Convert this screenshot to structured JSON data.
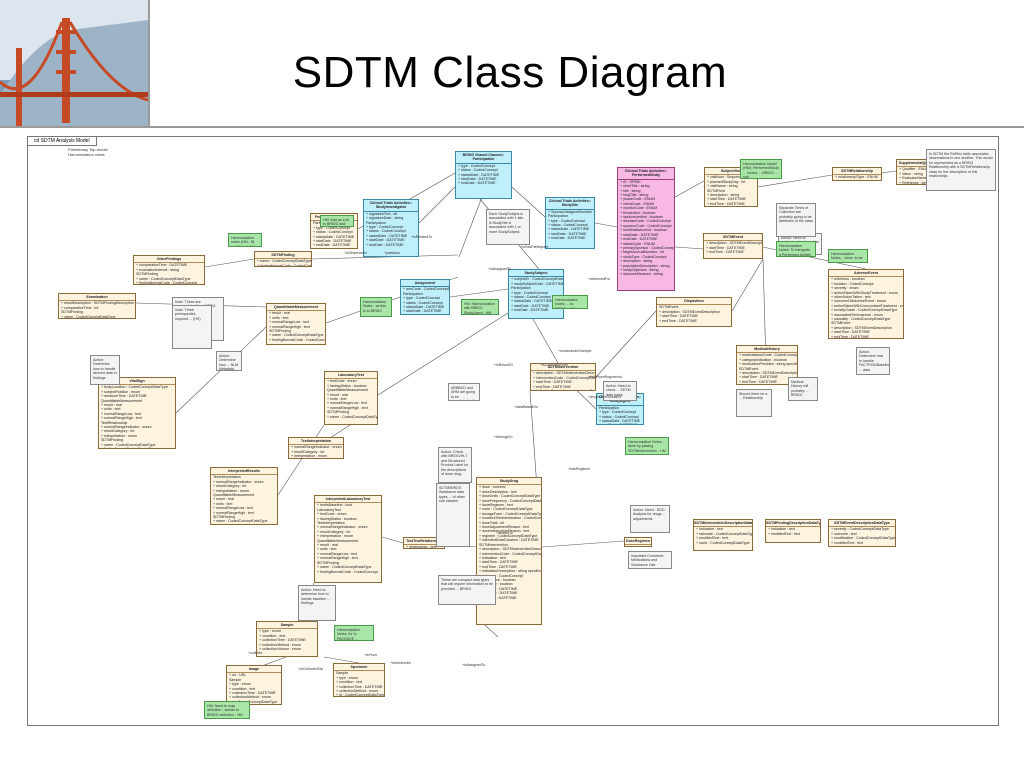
{
  "title": "SDTM Class Diagram",
  "frame_tab": "cd SDTM Analysis Model",
  "legend": [
    "Preliminary Top-model",
    "Harmonization notes"
  ],
  "classes": [
    {
      "name": "BRIDG Shared Classes:: Participation",
      "kind": "cyan",
      "lines": [
        "+ type : CodedConcept",
        "+ status : CodedConcept",
        "+ statusDate : DATETIME",
        "+ startDate : DATETIME",
        "+ endDate : DATETIME"
      ]
    },
    {
      "name": "PerformingLaboratory",
      "kind": "plain",
      "lines": [
        "Participation",
        "+ type : CodedConcept",
        "+ status : CodedConcept",
        "+ statusDate : DATETIME",
        "+ startDate : DATETIME",
        "+ endDate : DATETIME"
      ]
    },
    {
      "name": "Clinical Trials Activities:: StudyInvestigator",
      "kind": "cyan",
      "lines": [
        "+ signatureText : str",
        "+ signatureDate : string",
        "Participation",
        "+ type : CodedConcept",
        "+ status : CodedConcept",
        "+ statusDate : DATETIME",
        "+ startDate : DATETIME",
        "+ endDate : DATETIME"
      ]
    },
    {
      "name": "Clinical Trials Activities:: StudySite",
      "kind": "cyan",
      "lines": [
        "+ SponsorAssignedNumber : int",
        "Participation",
        "+ type : CodedConcept",
        "+ status : CodedConcept",
        "+ statusDate : DATETIME",
        "+ startDate : DATETIME",
        "+ endDate : DATETIME"
      ]
    },
    {
      "name": "Clinical Trials Activities:: PerformedStudy",
      "kind": "pink",
      "lines": [
        "+ ID : SPBID",
        "+ shortTitle : string",
        "+ title : string",
        "+ longTitle : string",
        "+ phaseCode : ENUM",
        "+ intentCode : ENUM",
        "+ monitorCode : ENUM",
        "+ blindedInd : boolean",
        "+ randomizedInd : boolean",
        "+ diseaseCode : CodedConcept",
        "+ sponsorCode : CodedConcept",
        "+ multiInstitutionInd : boolean",
        "+ startDate : DATETIME",
        "+ endDate : DATETIME",
        "+ statusCode : ENUM",
        "+ primarySponsor : CodedConcept",
        "+ targetAccrualNumber : int",
        "+ studyType : CodedConcept",
        "+ description : string",
        "+ populationDescription : string",
        "+ studyObjective : string",
        "+ outcomeMeasure : string"
      ]
    },
    {
      "name": "SubjectVisit",
      "kind": "plain",
      "lines": [
        "+ visitNum : SequenceNum",
        "+ plannedStudyDay : int",
        "+ visitName : string",
        "SDTMField",
        "+ description : string",
        "+ startTime : DATETIME",
        "+ endTime : DATETIME"
      ]
    },
    {
      "name": "SDTMRelationship",
      "kind": "plain",
      "lines": [
        "+ relationshipType : ENUM"
      ]
    },
    {
      "name": "SupplementalQualifiers",
      "kind": "plain",
      "lines": [
        "+ Qualifier : ENUM",
        "+ Value : string",
        "+ EvaluatorName : string",
        "+ Reference : string"
      ]
    },
    {
      "name": "SDTMEvent",
      "kind": "plain",
      "lines": [
        "+ description : SDTMEventDescription",
        "+ startTime : DATETIME",
        "+ endTime : DATETIME"
      ]
    },
    {
      "name": "SDTMFinding",
      "kind": "plain",
      "lines": [
        "+ name : CodedConceptDataType",
        "+ findingNormalCode : CodedConceptDataType"
      ]
    },
    {
      "name": "OtherFindings",
      "kind": "plain",
      "lines": [
        "+ comparativeTime : DATETIME",
        "+ evaluationInterval : string",
        "SDTMFinding",
        "+ name : CodedConceptDataType",
        "+ findingNormalCode : CodedConcept"
      ]
    },
    {
      "name": "Examination",
      "kind": "plain",
      "lines": [
        "+ resultDescription : SDTMFindingDescription",
        "+ comparativeTime : int",
        "SDTMFinding",
        "+ name : CodedConceptDataType",
        "+ findingNormalCode : CodedConcept"
      ]
    },
    {
      "name": "Assignment",
      "kind": "cyan",
      "lines": [
        "+ armCode : CodedConceptDataType",
        "Participation",
        "+ type : CodedConcept",
        "+ status : CodedConcept",
        "+ statusDate : DATETIME",
        "+ startDate : DATETIME",
        "+ endDate : DATETIME"
      ]
    },
    {
      "name": "StudySubject",
      "kind": "cyan",
      "lines": [
        "+ subjectID : CodedConceptDataType",
        "+ studySubjectCode : DATETIME",
        "Participation",
        "+ type : CodedConcept",
        "+ status : CodedConcept",
        "+ statusDate : DATETIME",
        "+ startDate : DATETIME",
        "+ endDate : DATETIME"
      ]
    },
    {
      "name": "QuantifiableMeasurement",
      "kind": "plain",
      "lines": [
        "+ result : real",
        "+ units : text",
        "+ normalRangeLow : text",
        "+ normalRangeHigh : text",
        "SDTMFinding",
        "+ name : CodedConceptDataType",
        "+ findingNormalCode : CodedConcept"
      ]
    },
    {
      "name": "Disposition",
      "kind": "plain",
      "lines": [
        "SDTMEvent",
        "+ description : SDTMEventDescription",
        "+ startTime : DATETIME",
        "+ endTime : DATETIME"
      ]
    },
    {
      "name": "AdverseEvent",
      "kind": "plain",
      "lines": [
        "+ isSerious : boolean",
        "+ location : CodedConcept",
        "+ severity : enum",
        "+ actionTakenWithStudyTreatment : enum",
        "+ otherActionTaken : text",
        "+ outcomeOfAdverseEvent : enum",
        "+ actionTakenWithConcomitantTreatment : enum",
        "+ toxicityGrade : CodedConceptDataType",
        "+ associatedSeriousness : enum",
        "+ causality : CodedConceptDataType",
        "SDTMEvent",
        "+ description : SDTMEventDescription",
        "+ startTime : DATETIME",
        "+ endTime : DATETIME"
      ]
    },
    {
      "name": "LaboratoryTest",
      "kind": "plain",
      "lines": [
        "+ testCode : enum",
        "+ fastingStatus : boolean",
        "QuantifiableMeasurement",
        "+ result : real",
        "+ units : text",
        "+ normalRangeLow : text",
        "+ normalRangeHigh : text",
        "SDTMFinding",
        "+ name : CodedConceptDataType"
      ]
    },
    {
      "name": "SDTMIntervention",
      "kind": "plain",
      "lines": [
        "+ description : SDTMInterventionDescription",
        "+ interventionCode : CodedConceptDataType",
        "+ startTime : DATETIME",
        "+ endTime : DATETIME",
        "+ indicationDescription : string specification"
      ]
    },
    {
      "name": "Clinical Trials Activities:: StudyAgent",
      "kind": "cyan",
      "lines": [
        "Participation",
        "+ type : CodedConcept",
        "+ status : CodedConcept",
        "+ statusDate : DATETIME",
        "+ startDate : DATETIME",
        "+ endDate : DATETIME"
      ]
    },
    {
      "name": "MedicalHistory",
      "kind": "plain",
      "lines": [
        "+ medicalIssueCode : CodedConceptDataType",
        "+ categoryIndication : boolean",
        "+ medicationProvided : string specification",
        "SDTMEvent",
        "+ description : SDTMEventDescription",
        "+ startTime : DATETIME",
        "+ endTime : DATETIME"
      ]
    },
    {
      "name": "VitalSign",
      "kind": "plain",
      "lines": [
        "+ bodyLocation : CodedConceptDataType",
        "+ subjectPosition : enum",
        "+ measureTime : DATETIME",
        "QuantifiableMeasurement",
        "+ result : real",
        "+ units : text",
        "+ normalRangeLow : text",
        "+ normalRangeHigh : text",
        "TestRelationship",
        "+ normalRangeIndicator : enum",
        "+ resultCategory : int",
        "+ interpretation : enum",
        "SDTMFinding",
        "+ name : CodedConceptDataType",
        "+ findingNormalCode : CodedConcept"
      ]
    },
    {
      "name": "TestInterpretation",
      "kind": "plain",
      "lines": [
        "+ normalRangeIndicator : enum",
        "+ resultCategory : int",
        "+ interpretation : enum"
      ]
    },
    {
      "name": "InterpretedResults",
      "kind": "plain",
      "lines": [
        "TestInterpretation",
        "+ normalRangeIndicator : enum",
        "+ resultCategory : int",
        "+ interpretation : enum",
        "QuantifiableMeasurement",
        "+ result : real",
        "+ units : text",
        "+ normalRangeLow : text",
        "+ normalRangeHigh : text",
        "SDTMFinding",
        "+ name : CodedConceptDataType",
        "+ findingNormalCode : CodedConcept"
      ]
    },
    {
      "name": "StudyDrug",
      "kind": "plain",
      "lines": [
        "+ dose : numeric",
        "+ doseDescription : text",
        "+ doseUnits : CodedConceptDataType",
        "+ doseFrequency : CodedConceptDataType",
        "+ doseRegimen : text",
        "+ route : CodedConceptDataType",
        "+ dosageForm : CodedConceptDataType",
        "+ locationOfAdministration : CodedConceptDataType",
        "+ doseTotal : int",
        "+ doseAdjustmentReason : text",
        "+ doseInterruptionReason : text",
        "+ regimen : CodedConceptDataType",
        "+ intendedDoseDuration : DATETIME",
        "SDTMIntervention",
        "+ description : SDTMInterventionDescription",
        "+ interventionCode : CodedConceptDataType",
        "+ indication : text",
        "+ startTime : DATETIME",
        "+ endTime : DATETIME",
        "+ indicationDescription : string specification",
        "+ category : CodedConcept",
        "+ occurrence : boolean",
        "+ presence : boolean",
        "+ prefTerm : DATETIME",
        "+ startDate : DATETIME",
        "+ endDate : DATETIME"
      ]
    },
    {
      "name": "InterpretedLaboratoryTest",
      "kind": "plain",
      "lines": [
        "+ testIsBaseline : bool",
        "LaboratoryTest",
        "+ testCode : enum",
        "+ fastingStatus : boolean",
        "TestInterpretation",
        "+ normalRangeIndicator : enum",
        "+ resultCategory : int",
        "+ interpretation : enum",
        "QuantifiableMeasurement",
        "+ result : real",
        "+ units : text",
        "+ normalRangeLow : text",
        "+ normalRangeHigh : text",
        "SDTMFinding",
        "+ name : CodedConceptDataType",
        "+ findingNormalCode : CodedConcept"
      ]
    },
    {
      "name": "TestTestRelationship",
      "kind": "plain",
      "lines": [
        "+ relationship : text"
      ]
    },
    {
      "name": "DoseRegimen",
      "kind": "plain",
      "lines": []
    },
    {
      "name": "SDTMInterventionDescriptionDataType",
      "kind": "plain",
      "lines": [
        "+ indication : text",
        "+ rationale : CodedConceptDataType",
        "+ modifiedText : text",
        "+ route : CodedConceptDataType"
      ]
    },
    {
      "name": "SDTMFindingDescriptionDataType",
      "kind": "plain",
      "lines": [
        "+ indication : text",
        "+ modifiedText : text"
      ]
    },
    {
      "name": "SDTMEventDescriptionDataType",
      "kind": "plain",
      "lines": [
        "+ severity : CodedConceptDataType",
        "+ outcome : text",
        "+ modification : CodedConceptDataType",
        "+ modifiedText : text"
      ]
    },
    {
      "name": "Sample",
      "kind": "plain",
      "lines": [
        "+ type : enum",
        "+ condition : text",
        "+ collectionTime : DATETIME",
        "+ collectionMethod : enum",
        "+ collectionVolume : enum"
      ]
    },
    {
      "name": "Specimen",
      "kind": "plain",
      "lines": [
        "Sample",
        "+ type : enum",
        "+ condition : text",
        "+ collectionTime : DATETIME",
        "+ collectionMethod : enum",
        "+ id : CodedConceptDataType"
      ]
    },
    {
      "name": "Image",
      "kind": "plain",
      "lines": [
        "+ uri : URL",
        "Sample",
        "+ type : enum",
        "+ condition : text",
        "+ collectionTime : DATETIME",
        "+ collectionMethod : enum",
        "+ id : CodedConceptDataType"
      ]
    }
  ],
  "notes": [
    {
      "kind": "grey",
      "text": "In SDTM the RelRec table associates observations to one another. This would be represented as a BRIDG Relationship with a SDTMRelationship class for the description of this relationship."
    },
    {
      "kind": "green",
      "text": "Harmonization Model (HM): PerformedStudy ... review ... BRIDG ... sub"
    },
    {
      "kind": "green",
      "text": "Harmonization notes (HM - fill in) Clinical: HM"
    },
    {
      "kind": "green",
      "text": "HM: Add as a fix to BRIDG and Harm... package - HM"
    },
    {
      "kind": "grey",
      "text": "Each StudySubject is associated with 1 site. A StudySite is associated with 1 or more StudySubject."
    },
    {
      "kind": "green",
      "text": "HM: Harmonization with BRIDG StudyAgent - HM"
    },
    {
      "kind": "green",
      "text": "Harmonization Notes: ... to BRIDG - HM"
    },
    {
      "kind": "grey",
      "text": "Action: Need to understand and need to refactor Subject"
    },
    {
      "kind": "grey",
      "text": "Separate Times of Collection are probably going to be attributes of the class"
    },
    {
      "kind": "green",
      "text": "Harmonization Notes: To intergrate a Performed Activity - HM"
    },
    {
      "kind": "green",
      "text": "Harmonization Notes: - done, to be moved to ..."
    },
    {
      "kind": "grey",
      "text": "Note: These are prepopulated from SDTM but not part of BRIDG"
    },
    {
      "kind": "grey",
      "text": "Note: Three prerequisites required ... (HS)"
    },
    {
      "kind": "grey",
      "text": "Action: Determine how ... NLM Metadata units - FA data type"
    },
    {
      "kind": "green",
      "text": "Harmonization Notes - as this is to BRIDG"
    },
    {
      "kind": "grey",
      "text": "Action: Check with BRIDG/HL7 and Structured Product Label for the descriptions of dose drug."
    },
    {
      "kind": "grey",
      "text": "SDTM/BRIDG Substance data types ... of other sub classes"
    },
    {
      "kind": "grey",
      "text": "ARBBCD and ARM are going to be associated with Trial Design"
    },
    {
      "kind": "grey",
      "text": "Action: Need to check ... SDTM data types"
    },
    {
      "kind": "green",
      "text": "Harmonization Notes - done by placing SDTMIntervention - HM"
    },
    {
      "kind": "grey",
      "text": "Action: Need - DDD Analysis for drugs ... adjustments"
    },
    {
      "kind": "grey",
      "text": "Important Comment: Medications and Substance Use"
    },
    {
      "kind": "grey",
      "text": "These are compact data types that will require information to be provided ... BRIDG."
    },
    {
      "kind": "grey",
      "text": "Action: Need to determine how to handle baseline ... findings"
    },
    {
      "kind": "grey",
      "text": "Action: Determine how to handle derived data in findings"
    },
    {
      "kind": "green",
      "text": "Harmonization Notes: for to PACKAGE ... Specimen - HM"
    },
    {
      "kind": "green",
      "text": "HM: Need to map definition - similar to BRIDG definition - HM"
    },
    {
      "kind": "grey",
      "text": "Medical History will probably ... BRIDG"
    },
    {
      "kind": "grey",
      "text": "Action: Determine how to handle FACTFINDBaseline ... data"
    },
    {
      "kind": "grey",
      "text": "Should there be a ... Relationship"
    }
  ],
  "labels": [
    "+isRelatedTo",
    "+isObservedIn",
    "+partakes",
    "+isAssignedTo",
    "+inHasParticipant",
    "+observedFor",
    "+isIncludedInSample",
    "+isResultOf",
    "+isCollectedFrom",
    "+forWhomRegimenIs",
    "+dataBasedOn",
    "+belongsTo",
    "+drugIsTheSourceOf",
    "+hasRegimen",
    "+relatedTo",
    "+isFrom",
    "+isCollectedVia",
    "+collects",
    "+isAssignedTo",
    "+isInvolvedIn"
  ],
  "colors": {
    "class_fill": "#fdf3df",
    "bridg_fill": "#bfeffb",
    "study_fill": "#f7b8e4",
    "note_green": "#a8e6a8"
  }
}
